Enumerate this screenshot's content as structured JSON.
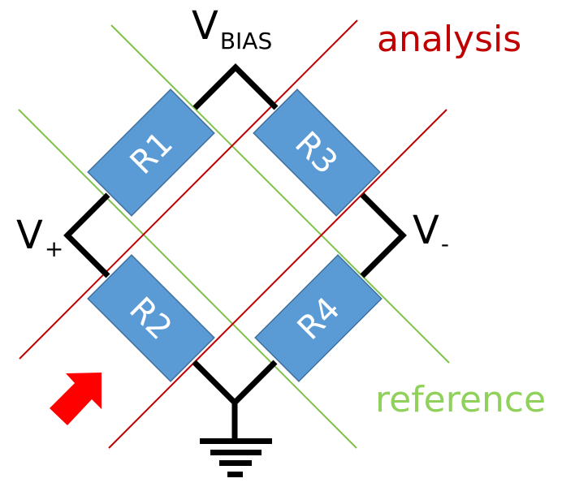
{
  "title": "Wheatstone bridge with analysis and reference planes",
  "labels": {
    "vbias_main": "V",
    "vbias_sub": "BIAS",
    "vplus_main": "V",
    "vplus_sub": "+",
    "vminus_main": "V",
    "vminus_sub": "-",
    "analysis": "analysis",
    "reference": "reference"
  },
  "resistors": [
    {
      "id": "R1",
      "label": "R1"
    },
    {
      "id": "R2",
      "label": "R2"
    },
    {
      "id": "R3",
      "label": "R3"
    },
    {
      "id": "R4",
      "label": "R4"
    }
  ],
  "colors": {
    "resistor_fill": "#5b9bd5",
    "resistor_stroke": "#41719c",
    "analysis": "#c00000",
    "reference": "#7fc24a",
    "wire": "#000000",
    "arrow": "#ff0000",
    "resistor_text": "#ffffff"
  },
  "icons": {
    "ground": "ground-symbol",
    "arrow": "direction-arrow"
  }
}
